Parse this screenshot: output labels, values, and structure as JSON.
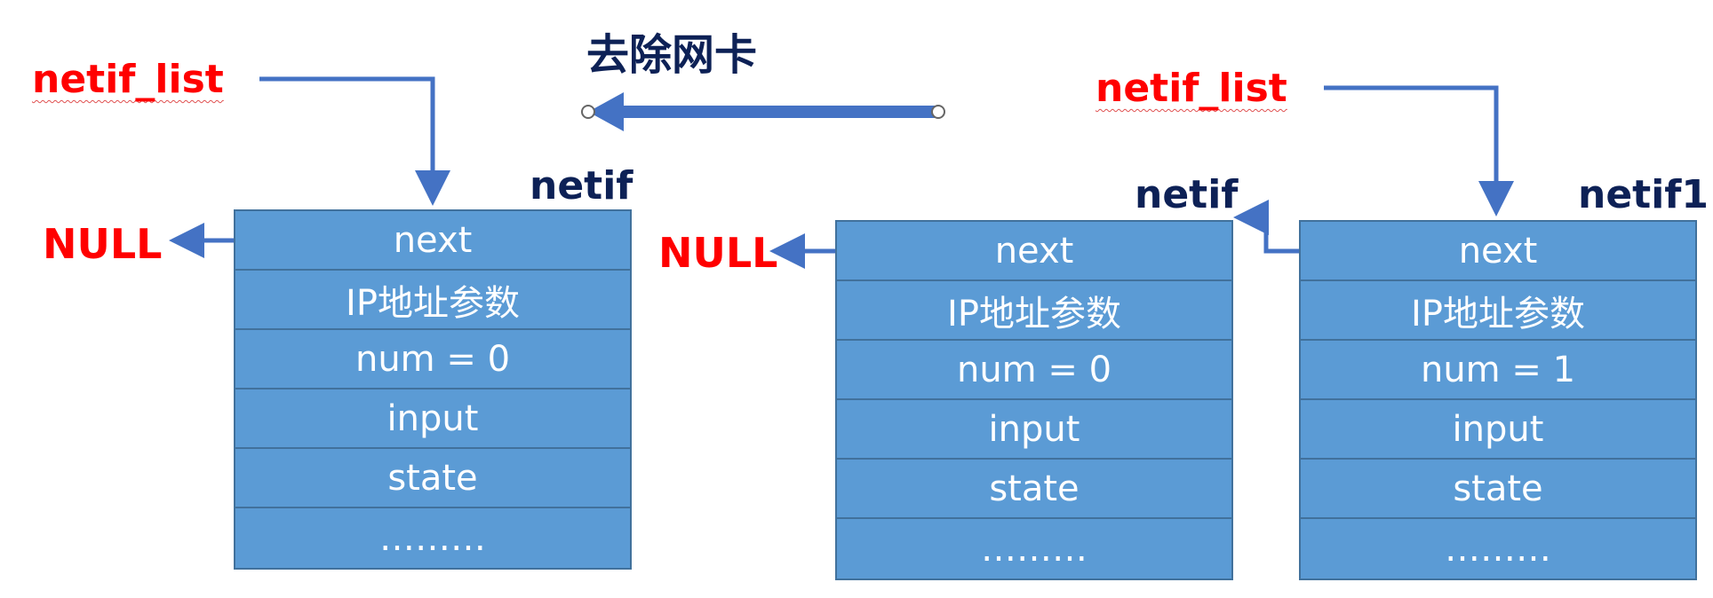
{
  "title": "去除网卡",
  "left_side": {
    "list_label": "netif_list",
    "struct_label": "netif",
    "null_label": "NULL",
    "rows": [
      "next",
      "IP地址参数",
      "num = 0",
      "input",
      "state",
      "………"
    ]
  },
  "right_side": {
    "list_label": "netif_list",
    "null_label": "NULL",
    "structs": [
      {
        "label": "netif",
        "rows": [
          "next",
          "IP地址参数",
          "num = 0",
          "input",
          "state",
          "………"
        ]
      },
      {
        "label": "netif1",
        "rows": [
          "next",
          "IP地址参数",
          "num = 1",
          "input",
          "state",
          "………"
        ]
      }
    ]
  },
  "colors": {
    "box_fill": "#5b9bd5",
    "box_border": "#41719c",
    "arrow": "#4472c4",
    "label_red": "#ff0000",
    "label_navy": "#0d2156"
  }
}
